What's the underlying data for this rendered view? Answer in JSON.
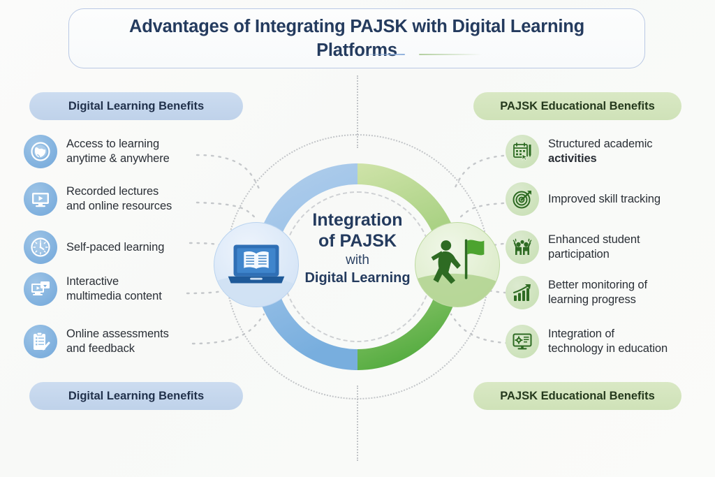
{
  "title": {
    "line1": "Advantages of Integrating PAJSK with Digital Learning",
    "line2": "Platforms"
  },
  "center": {
    "line1": "Integration",
    "line2": "of PAJSK",
    "line3": "with",
    "line4": "Digital Learning",
    "left_icon": "laptop-book-icon",
    "right_icon": "runner-flag-icon"
  },
  "left_column": {
    "header_top": "Digital Learning Benefits",
    "header_bottom": "Digital Learning Benefits",
    "accent": "#7fb0de",
    "pill_color": "#c6d8ee",
    "items": [
      {
        "icon": "globe-icon",
        "line1": "Access to learning",
        "line2": "anytime & anywhere",
        "bold2": false
      },
      {
        "icon": "video-play-icon",
        "line1": "Recorded lectures",
        "line2": "and online resources",
        "bold2": false
      },
      {
        "icon": "clock-icon",
        "line1": "Self-paced learning",
        "line2": "",
        "bold2": false
      },
      {
        "icon": "multimedia-icon",
        "line1": "Interactive",
        "line2": "multimedia content",
        "bold2": false
      },
      {
        "icon": "clipboard-check-icon",
        "line1": "Online assessments",
        "line2": "and feedback",
        "bold2": false
      }
    ]
  },
  "right_column": {
    "header_top": "PAJSK Educational Benefits",
    "header_bottom": "PAJSK Educational Benefits",
    "accent": "#6aab4b",
    "pill_color": "#d4e4bd",
    "items": [
      {
        "icon": "calendar-pen-icon",
        "line1": "Structured academic",
        "line2": "activities",
        "bold2": true
      },
      {
        "icon": "target-arrow-icon",
        "line1": "Improved skill tracking",
        "line2": "",
        "bold2": false
      },
      {
        "icon": "people-cheer-icon",
        "line1": "Enhanced student",
        "line2": "participation",
        "bold2": false
      },
      {
        "icon": "bar-chart-arrow-icon",
        "line1": "Better monitoring of",
        "line2": "learning progress",
        "bold2": false
      },
      {
        "icon": "monitor-gear-icon",
        "line1": "Integration of",
        "line2": "technology in education",
        "bold2": false
      }
    ]
  },
  "ring": {
    "left_half_color_top": "#a8c8e8",
    "left_half_color_bottom": "#7ab0df",
    "right_half_color_top": "#cbe0a6",
    "right_half_color_bottom": "#5aae45"
  }
}
